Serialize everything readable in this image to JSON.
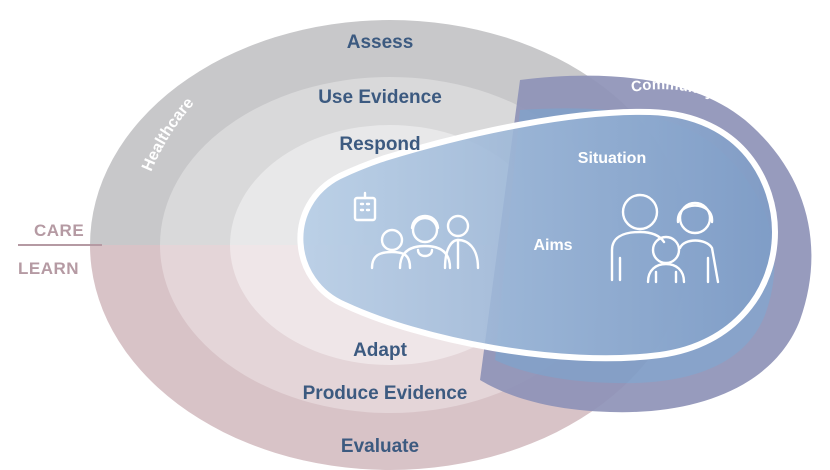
{
  "diagram": {
    "rings_top": {
      "outer": "Assess",
      "middle": "Use Evidence",
      "inner": "Respond"
    },
    "rings_bottom": {
      "inner": "Adapt",
      "middle": "Produce Evidence",
      "outer": "Evaluate"
    },
    "healthcare_label": "Healthcare",
    "community_label": "Community and Social Context",
    "situation_label": "Situation",
    "aims_label": "Aims",
    "side_labels": {
      "care": "CARE",
      "learn": "LEARN"
    },
    "icons": [
      "hospital-icon",
      "healthcare-workers-icon",
      "family-icon"
    ],
    "colors": {
      "care_outer": "#c8c8ca",
      "care_middle": "#d9d9da",
      "care_inner": "#e8e8e9",
      "learn_outer": "#d8c3c7",
      "learn_middle": "#e4d5d8",
      "learn_inner": "#efe6e8",
      "community_ring": "#8f93b8",
      "community_inner": "#7e9cc6",
      "lens_fill": "#a9c3e0",
      "text_dark": "#3c5a80",
      "text_side": "#b59aa3"
    }
  }
}
